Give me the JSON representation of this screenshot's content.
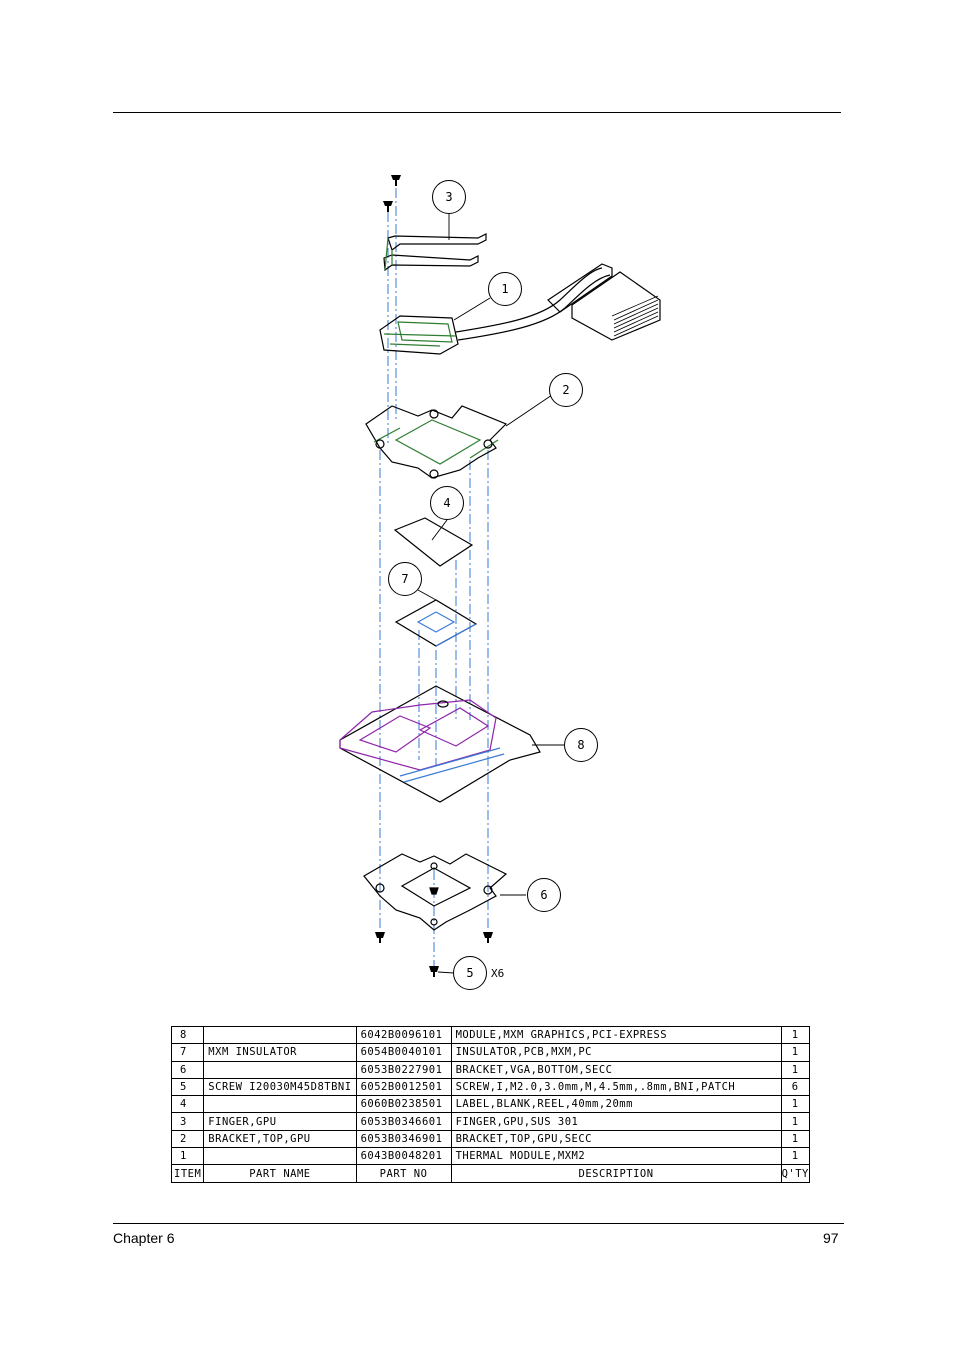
{
  "footer": {
    "chapter": "Chapter 6",
    "page": "97"
  },
  "callouts": {
    "c1": "1",
    "c2": "2",
    "c3": "3",
    "c4": "4",
    "c5": "5",
    "c6": "6",
    "c7": "7",
    "c8": "8",
    "qty_note": "X6"
  },
  "parts_table": {
    "headers": {
      "item": "ITEM",
      "part_name": "PART NAME",
      "part_no": "PART NO",
      "description": "DESCRIPTION",
      "qty": "Q'TY"
    },
    "rows": [
      {
        "item": "8",
        "part_name": "",
        "part_no": "6042B0096101",
        "description": "MODULE,MXM GRAPHICS,PCI-EXPRESS",
        "qty": "1"
      },
      {
        "item": "7",
        "part_name": "MXM INSULATOR",
        "part_no": "6054B0040101",
        "description": "INSULATOR,PCB,MXM,PC",
        "qty": "1"
      },
      {
        "item": "6",
        "part_name": "",
        "part_no": "6053B0227901",
        "description": "BRACKET,VGA,BOTTOM,SECC",
        "qty": "1"
      },
      {
        "item": "5",
        "part_name": "SCREW I20030M45D8TBNI",
        "part_no": "6052B0012501",
        "description": "SCREW,I,M2.0,3.0mm,M,4.5mm,.8mm,BNI,PATCH",
        "qty": "6"
      },
      {
        "item": "4",
        "part_name": "",
        "part_no": "6060B0238501",
        "description": "LABEL,BLANK,REEL,40mm,20mm",
        "qty": "1"
      },
      {
        "item": "3",
        "part_name": "FINGER,GPU",
        "part_no": "6053B0346601",
        "description": "FINGER,GPU,SUS 301",
        "qty": "1"
      },
      {
        "item": "2",
        "part_name": "BRACKET,TOP,GPU",
        "part_no": "6053B0346901",
        "description": "BRACKET,TOP,GPU,SECC",
        "qty": "1"
      },
      {
        "item": "1",
        "part_name": "",
        "part_no": "6043B0048201",
        "description": "THERMAL MODULE,MXM2",
        "qty": "1"
      }
    ]
  }
}
